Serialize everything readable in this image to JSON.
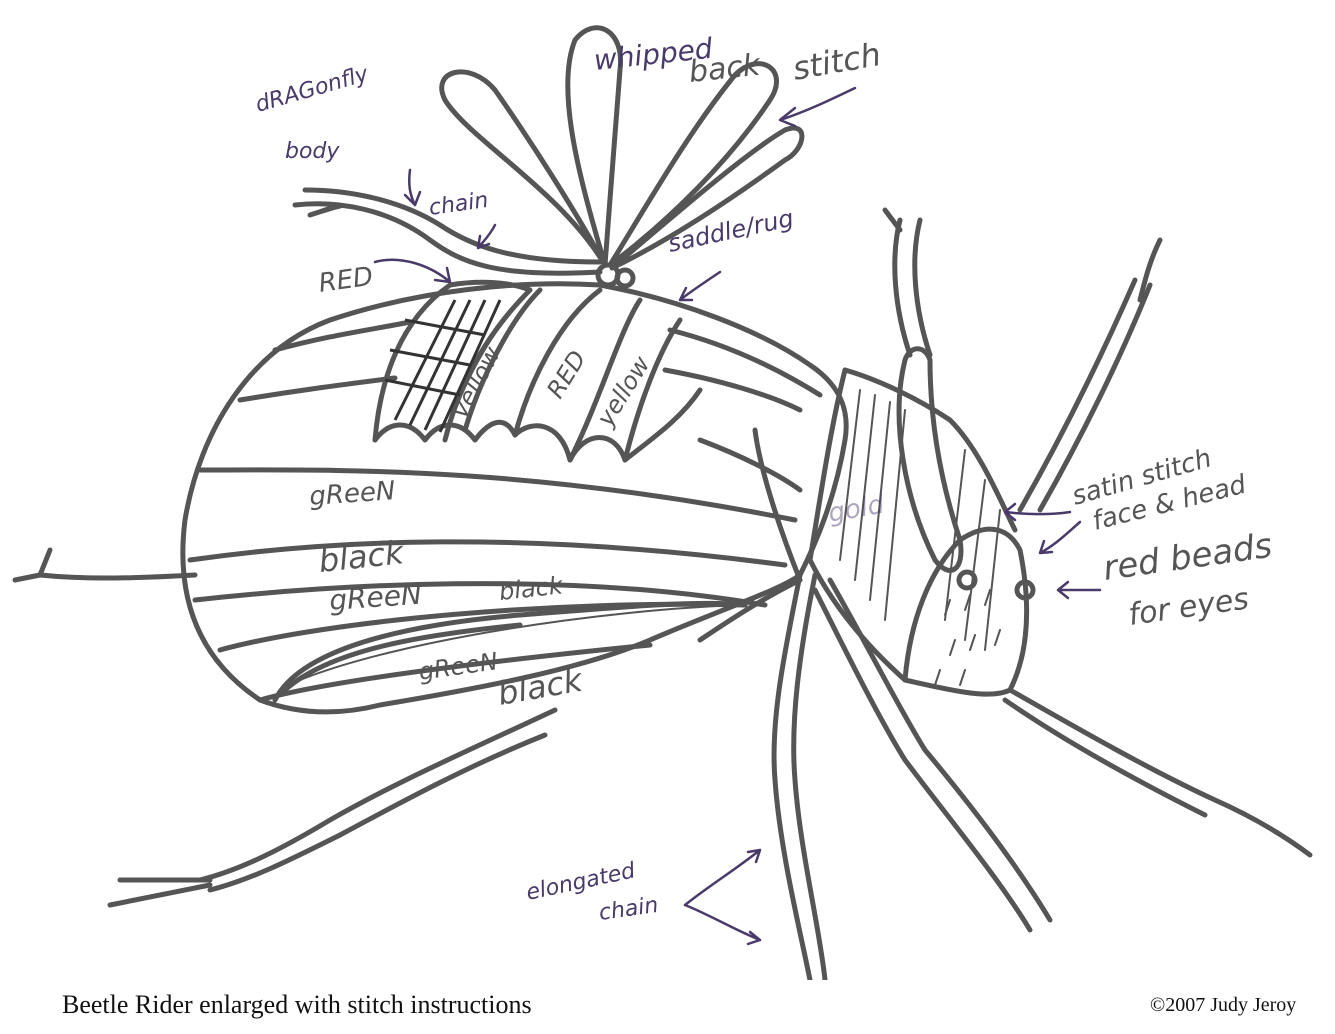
{
  "caption": "Beetle Rider enlarged with stitch instructions",
  "copyright": "©2007 Judy Jeroy",
  "labels": {
    "whipped_line1": "whipped",
    "whipped_line2": "back",
    "whipped_line3": "stitch",
    "dragonfly_line1": "dRAGonfly",
    "dragonfly_line2": "body",
    "chain": "chain",
    "red_top": "RED",
    "saddle_rug": "saddle/rug",
    "yellow_1": "yellow",
    "red_mid": "RED",
    "yellow_2": "yellow",
    "green_1": "gReeN",
    "black_1": "black",
    "green_2": "gReeN",
    "black_2": "black",
    "green_3": "gReeN",
    "black_3": "black",
    "satin_line1": "satin stitch",
    "satin_line2": "face & head",
    "red_beads_line1": "red beads",
    "red_beads_line2": "for eyes",
    "elongated_line1": "elongated",
    "elongated_line2": "chain",
    "gold_mark": "gold"
  },
  "colors": {
    "ink": "#555555",
    "pen": "#4a3a6a",
    "paper": "#ffffff"
  }
}
